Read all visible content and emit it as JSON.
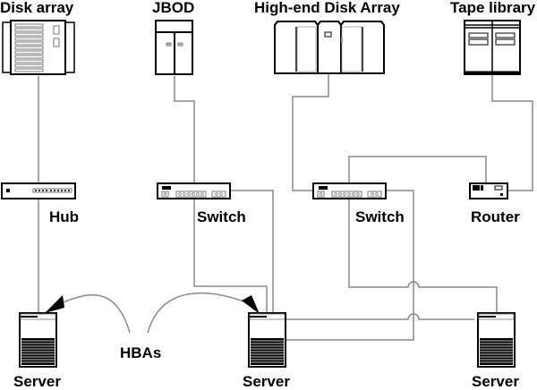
{
  "diagram": {
    "title": "",
    "nodes": {
      "disk_array": {
        "label": "Disk array",
        "type": "storage"
      },
      "jbod": {
        "label": "JBOD",
        "type": "storage"
      },
      "high_end_disk_array": {
        "label": "High-end Disk Array",
        "type": "storage"
      },
      "tape_library": {
        "label": "Tape library",
        "type": "storage"
      },
      "hub": {
        "label": "Hub",
        "type": "network"
      },
      "switch_1": {
        "label": "Switch",
        "type": "network"
      },
      "switch_2": {
        "label": "Switch",
        "type": "network"
      },
      "router": {
        "label": "Router",
        "type": "network"
      },
      "server_1": {
        "label": "Server",
        "type": "host"
      },
      "server_2": {
        "label": "Server",
        "type": "host"
      },
      "server_3": {
        "label": "Server",
        "type": "host"
      }
    },
    "annotation": {
      "label": "HBAs",
      "points_to": [
        "server_1",
        "server_2"
      ]
    },
    "edges": [
      {
        "from": "disk_array",
        "to": "hub"
      },
      {
        "from": "hub",
        "to": "server_1"
      },
      {
        "from": "jbod",
        "to": "switch_1"
      },
      {
        "from": "switch_1",
        "to": "server_2"
      },
      {
        "from": "switch_1",
        "to": "server_3"
      },
      {
        "from": "high_end_disk_array",
        "to": "switch_2"
      },
      {
        "from": "switch_2",
        "to": "router"
      },
      {
        "from": "router",
        "to": "tape_library"
      },
      {
        "from": "switch_2",
        "to": "server_3"
      },
      {
        "from": "switch_2",
        "to": "server_2"
      }
    ],
    "colors": {
      "wire": "#8a8a8a",
      "device_outline": "#000000",
      "background": "#ffffff"
    }
  }
}
